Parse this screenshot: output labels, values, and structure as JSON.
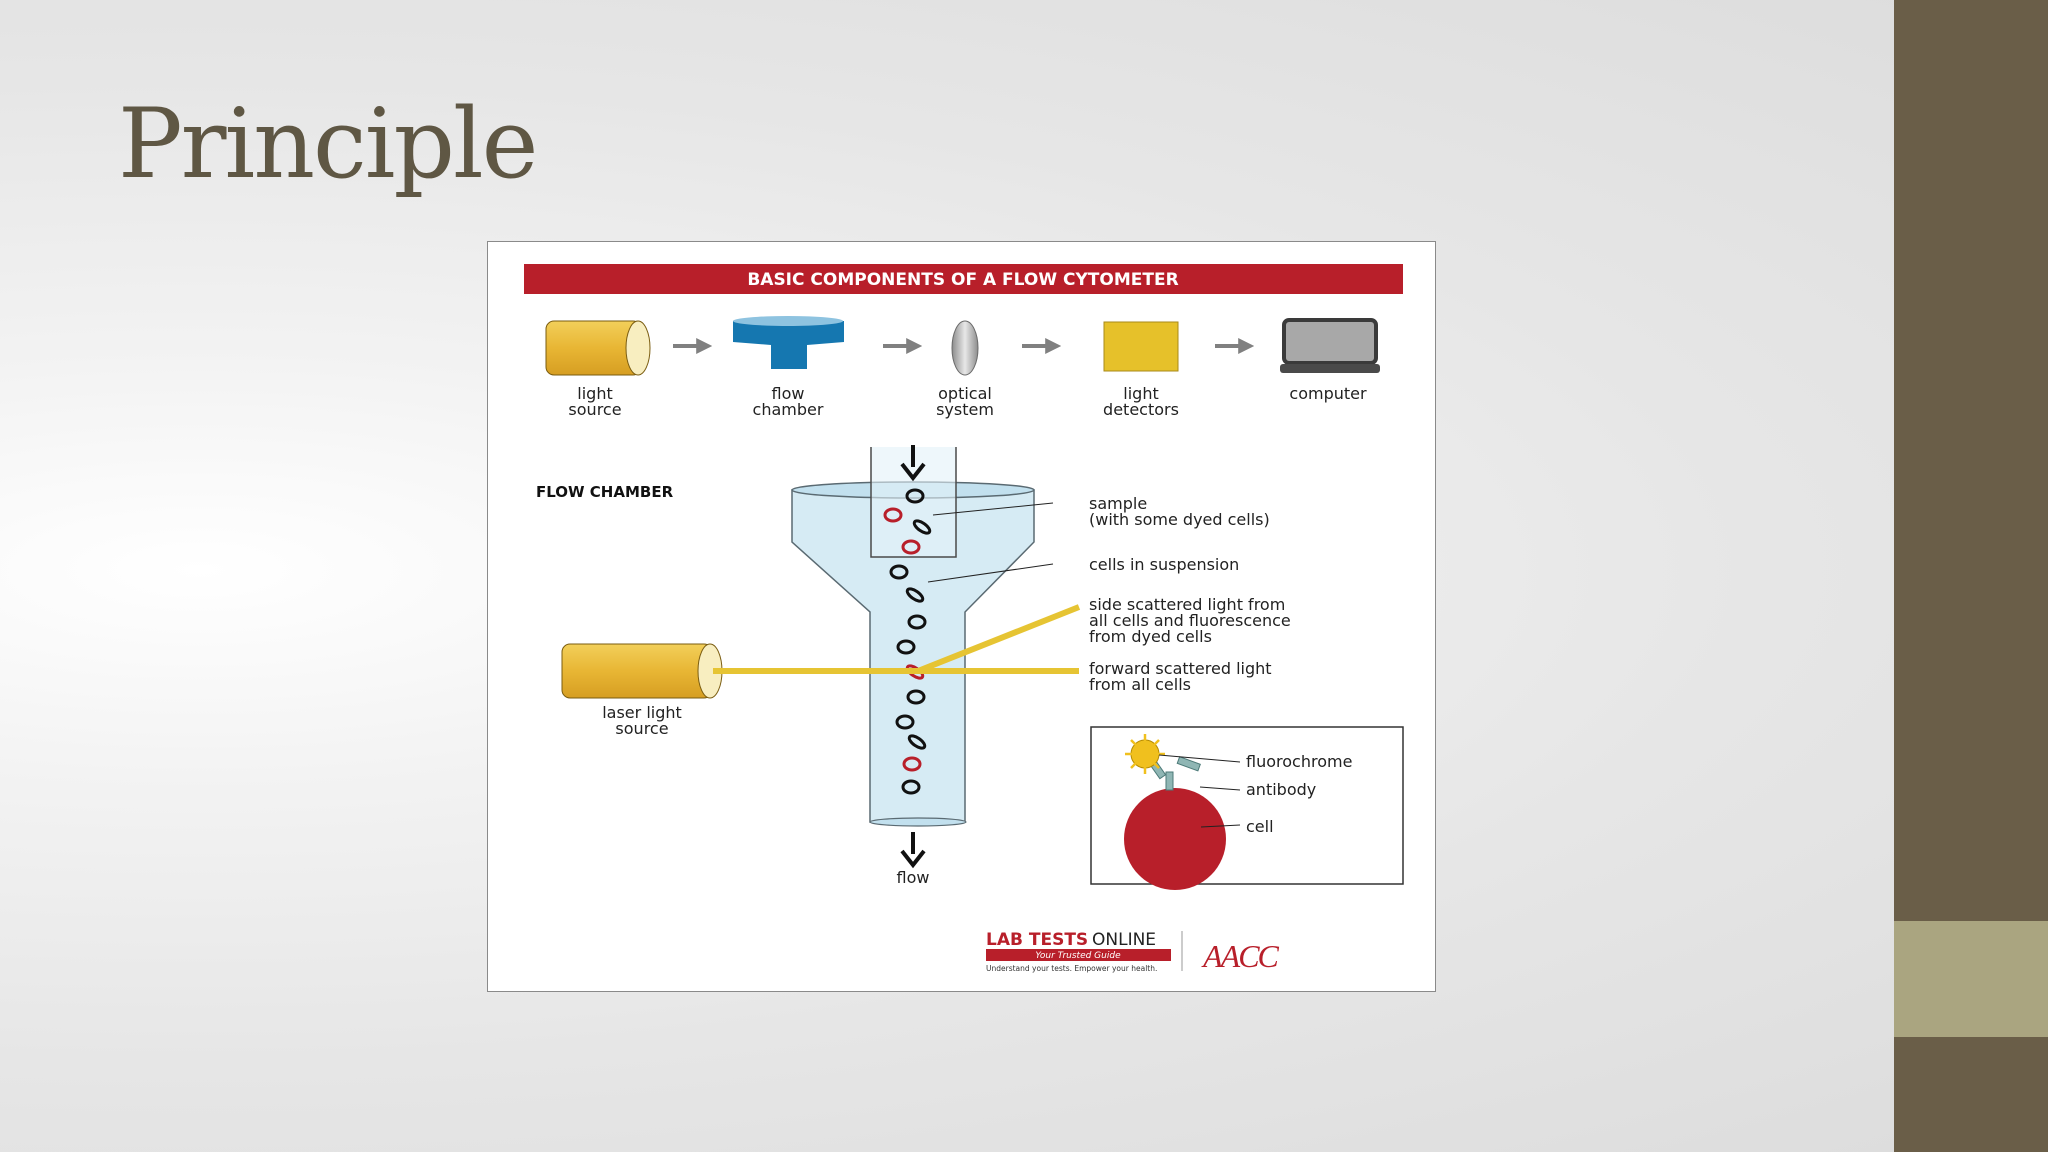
{
  "slide": {
    "title": "Principle"
  },
  "diagram": {
    "header": "BASIC COMPONENTS OF A FLOW CYTOMETER",
    "components": [
      {
        "line1": "light",
        "line2": "source",
        "icon": "light-source-cylinder-icon"
      },
      {
        "line1": "flow",
        "line2": "chamber",
        "icon": "flow-chamber-funnel-icon"
      },
      {
        "line1": "optical",
        "line2": "system",
        "icon": "lens-icon"
      },
      {
        "line1": "light",
        "line2": "detectors",
        "icon": "detector-square-icon"
      },
      {
        "line1": "computer",
        "line2": "",
        "icon": "laptop-icon"
      }
    ],
    "flow_chamber_label": "FLOW CHAMBER",
    "laser": {
      "line1": "laser light",
      "line2": "source"
    },
    "flow_label": "flow",
    "callouts": {
      "sample_1": "sample",
      "sample_2": "(with some dyed cells)",
      "suspension": "cells in suspension",
      "side_1": "side scattered light from",
      "side_2": "all cells and fluorescence",
      "side_3": "from dyed cells",
      "forward_1": "forward scattered light",
      "forward_2": "from all cells"
    },
    "inset": {
      "fluorochrome": "fluorochrome",
      "antibody": "antibody",
      "cell": "cell"
    },
    "logo": {
      "brand_a": "LAB TESTS",
      "brand_b": "ONLINE",
      "tagline": "Your Trusted Guide",
      "subline": "Understand your tests. Empower your health.",
      "partner": "AACC"
    },
    "colors": {
      "header_red": "#b81f2a",
      "cell_red": "#b81f2a",
      "laser_yellow": "#e6c433",
      "chamber_blue": "#1577b0"
    }
  }
}
